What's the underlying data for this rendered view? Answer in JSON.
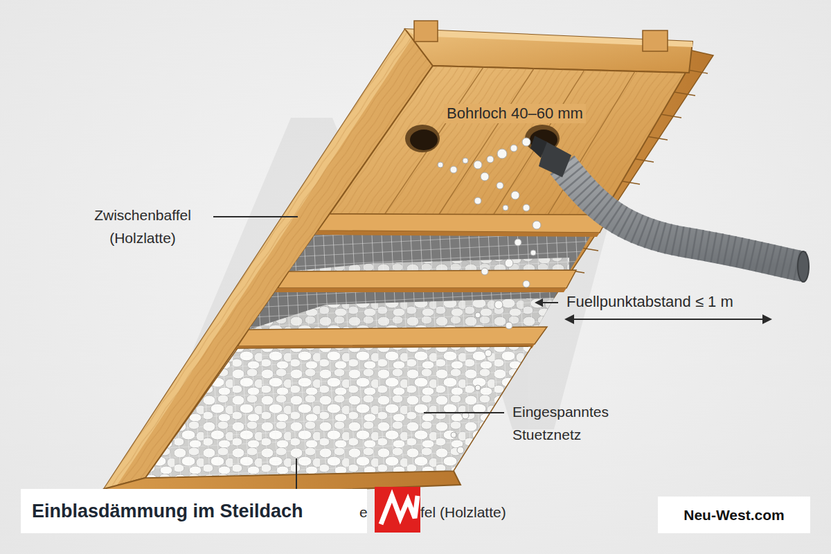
{
  "diagram": {
    "title": "Einblasdämmung im Steildach",
    "labels": [
      "Bohrloch 40–60 mm",
      "Zwischenbaffel (Holzlatte)",
      "Fuellpunktabstand ≤ 1 m",
      "Eingespanntes Stuetznetz",
      "e",
      "fel (Holzlatte)",
      "Neu-West.com"
    ]
  }
}
